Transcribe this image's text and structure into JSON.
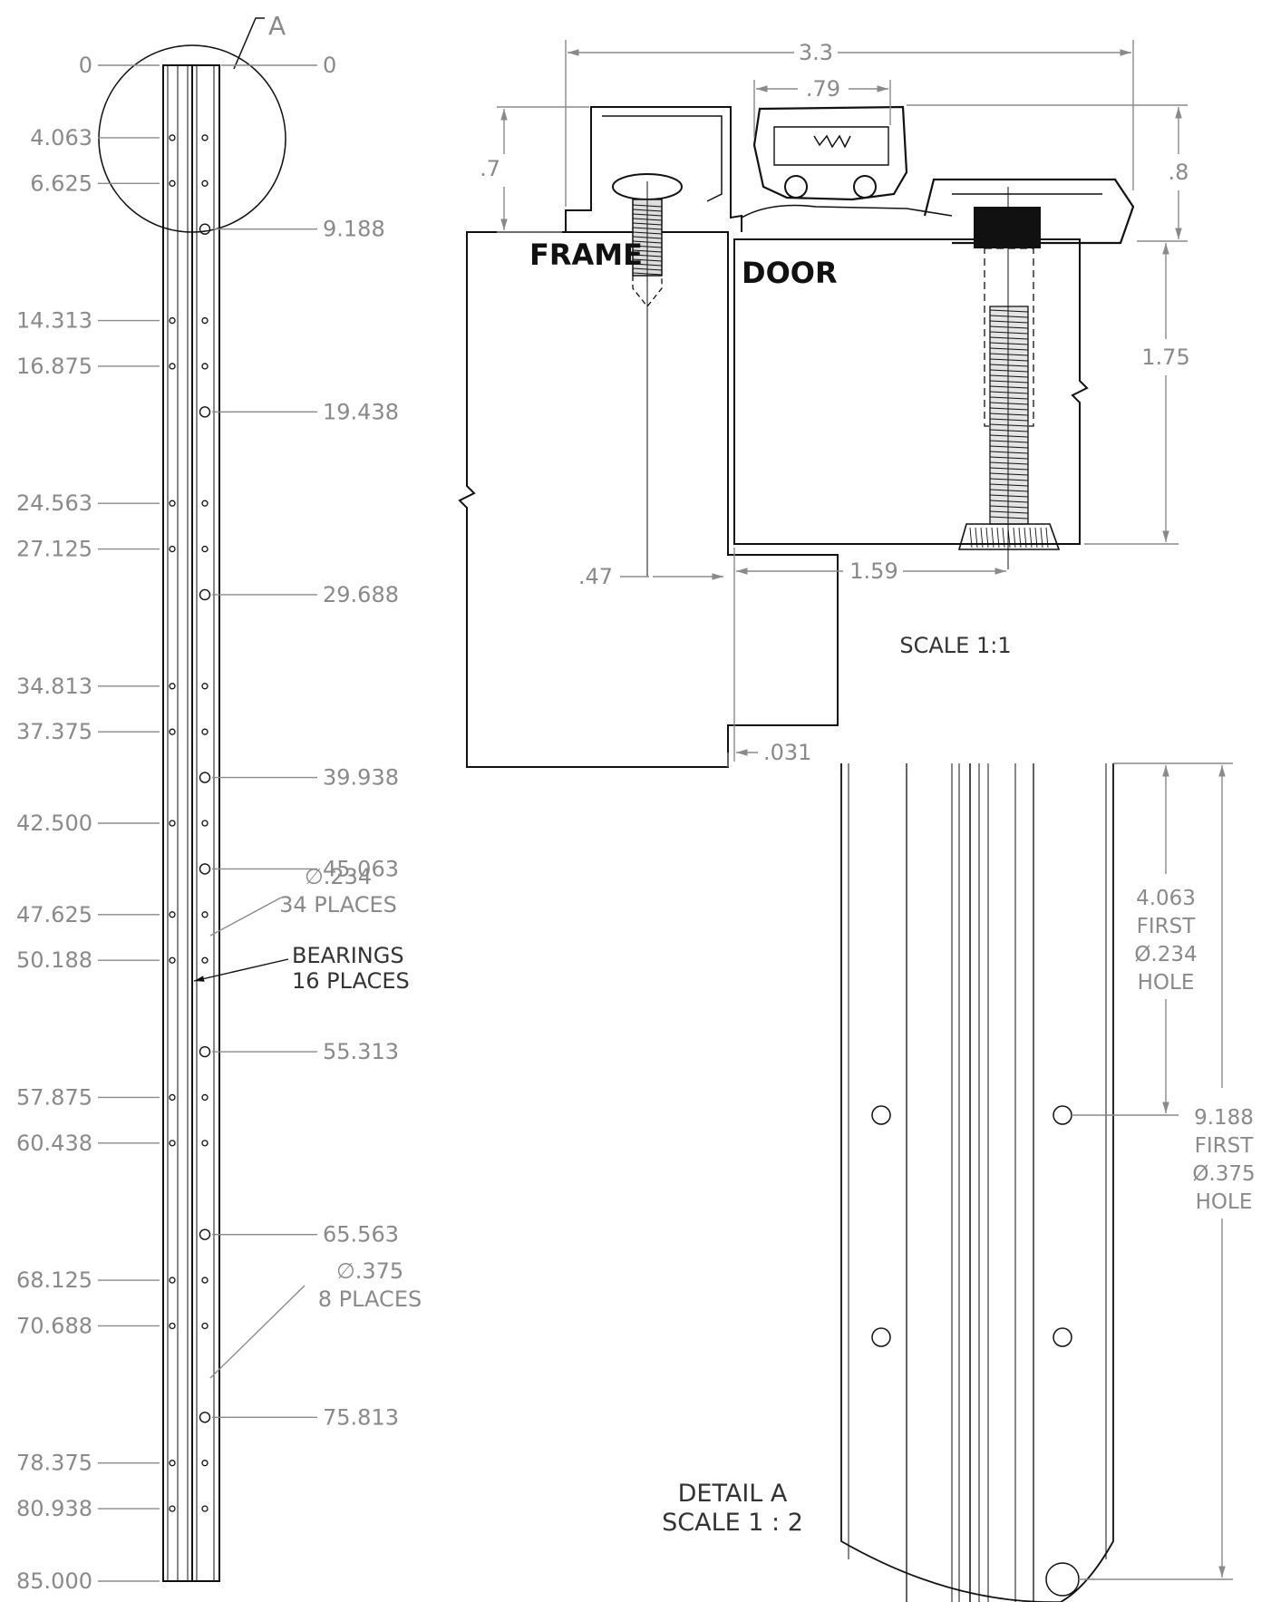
{
  "left_view": {
    "detail_label": "A",
    "left_dims": [
      "0",
      "4.063",
      "6.625",
      "14.313",
      "16.875",
      "24.563",
      "27.125",
      "34.813",
      "37.375",
      "42.500",
      "47.625",
      "50.188",
      "57.875",
      "60.438",
      "68.125",
      "70.688",
      "78.375",
      "80.938",
      "85.000"
    ],
    "right_dims": [
      "0",
      "9.188",
      "19.438",
      "29.688",
      "39.938",
      "45.063",
      "55.313",
      "65.563",
      "75.813"
    ],
    "note_small_holes": {
      "line1": "∅.234",
      "line2": "34 PLACES"
    },
    "note_bearings": {
      "line1": "BEARINGS",
      "line2": "16 PLACES"
    },
    "note_large_holes": {
      "line1": "∅.375",
      "line2": "8 PLACES"
    }
  },
  "section_view": {
    "overall_width": "3.3",
    "knuckle_width": ".79",
    "frame_leaf_height": ".7",
    "door_leaf_height": ".8",
    "door_thickness": "1.75",
    "frame_offset": ".47",
    "door_offset": "1.59",
    "gap": ".031",
    "frame_label": "FRAME",
    "door_label": "DOOR",
    "scale": "SCALE 1:1"
  },
  "detail_view": {
    "title": "DETAIL A",
    "scale": "SCALE 1 : 2",
    "first_small_hole": {
      "value": "4.063",
      "line2": "FIRST",
      "line3": "Ø.234",
      "line4": "HOLE"
    },
    "first_large_hole": {
      "value": "9.188",
      "line2": "FIRST",
      "line3": "Ø.375",
      "line4": "HOLE"
    }
  }
}
